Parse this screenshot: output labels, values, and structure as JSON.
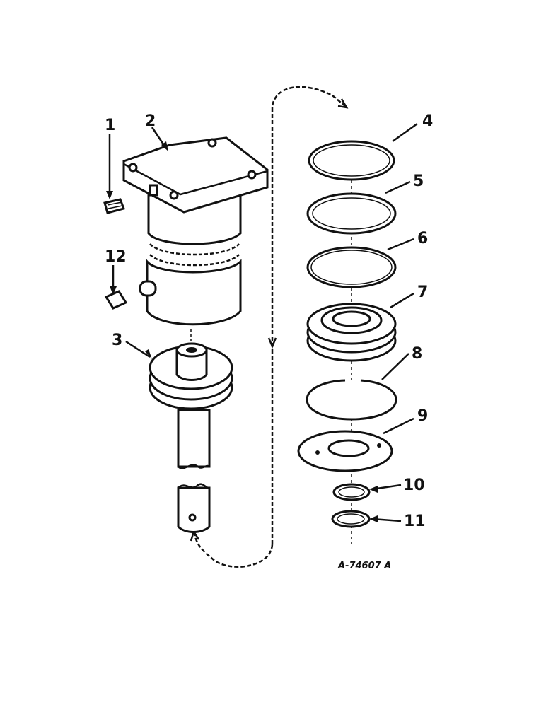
{
  "callouts": {
    "c1": "1",
    "c2": "2",
    "c3": "3",
    "c4": "4",
    "c5": "5",
    "c6": "6",
    "c7": "7",
    "c8": "8",
    "c9": "9",
    "c10": "10",
    "c11": "11",
    "c12": "12"
  },
  "drawing_number": "A-74607 A"
}
